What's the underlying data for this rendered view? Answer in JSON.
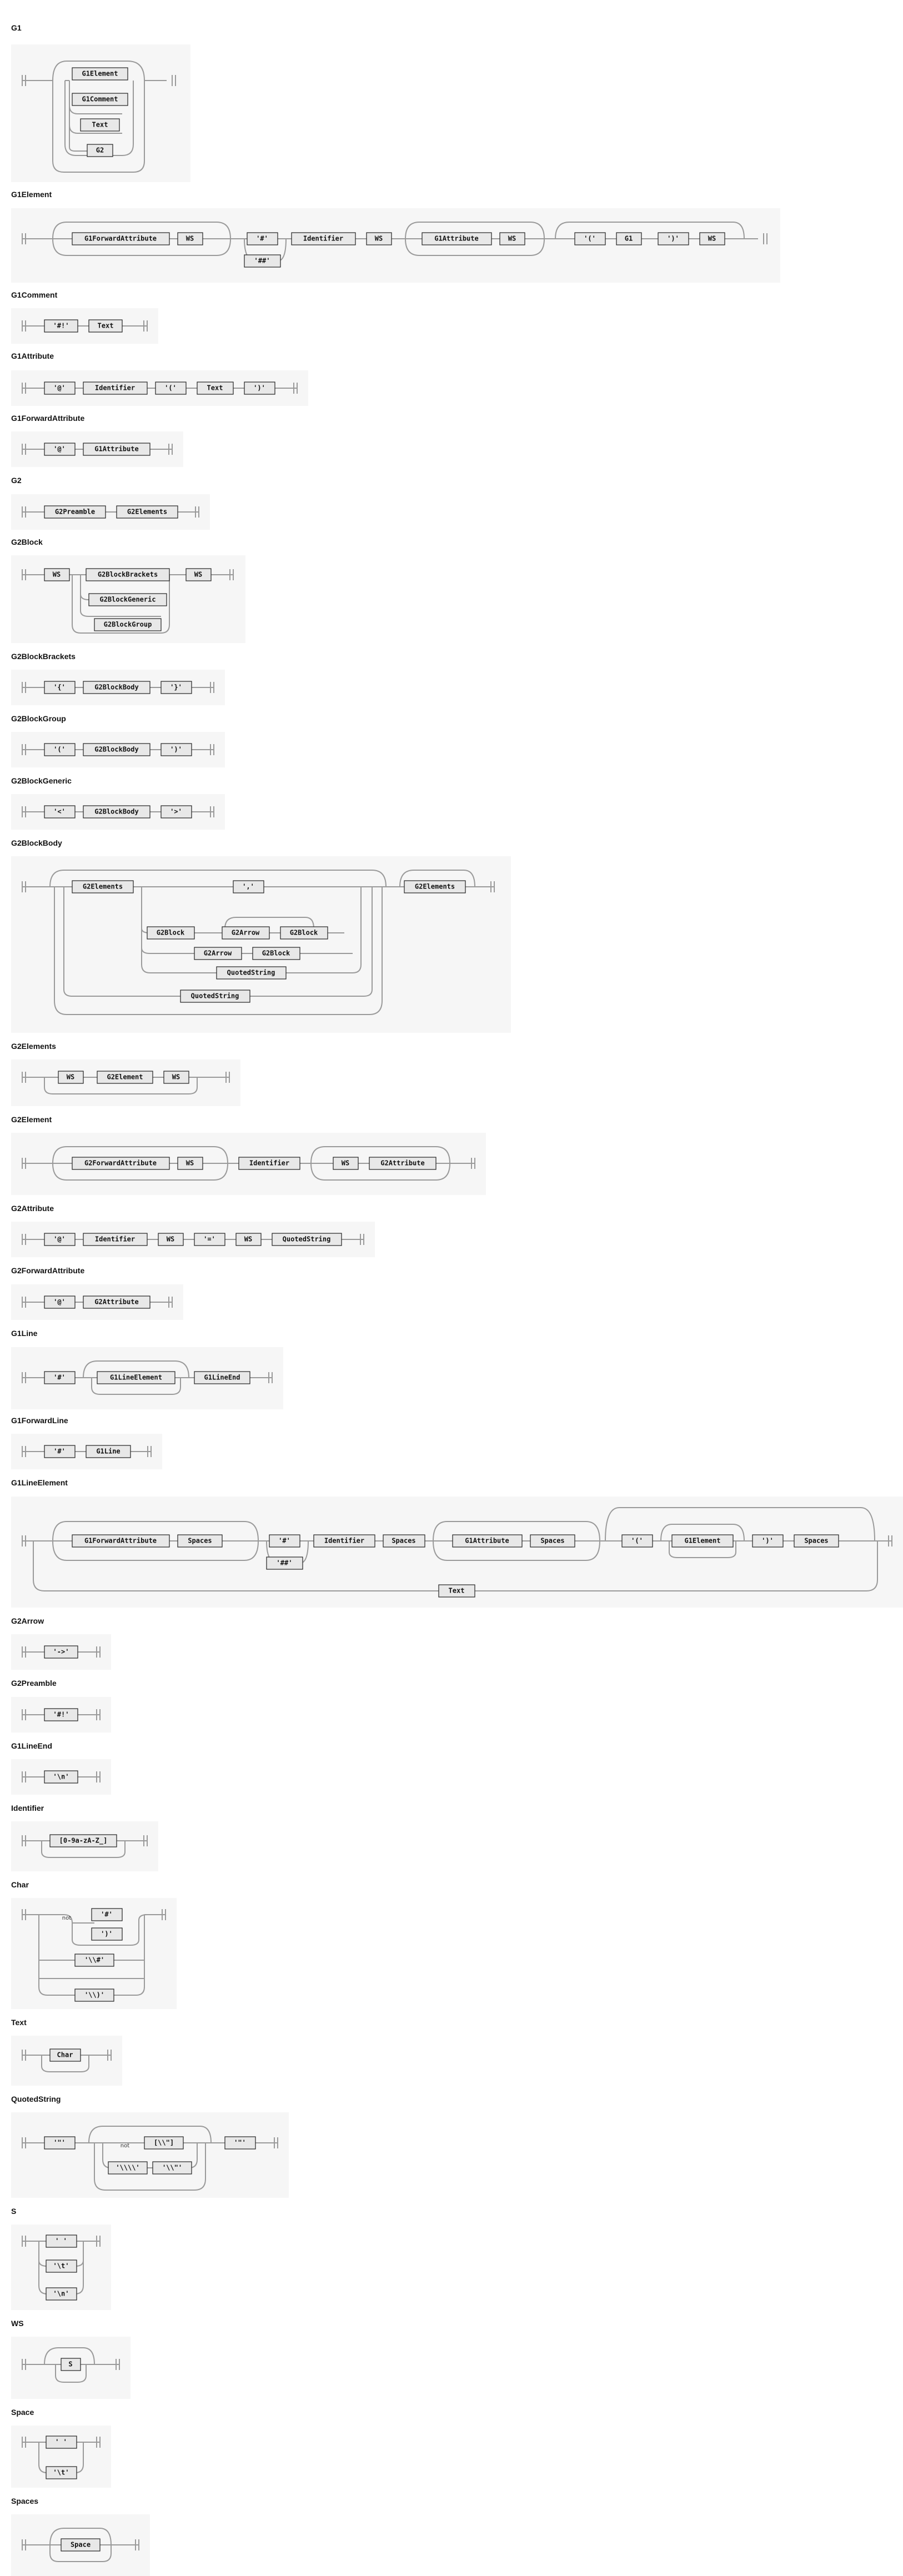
{
  "rules": [
    {
      "name": "G1",
      "tokens": [
        "G1Element",
        "G1Comment",
        "Text",
        "G2"
      ]
    },
    {
      "name": "G1Element",
      "tokens": [
        "G1ForwardAttribute",
        "WS",
        "'#'",
        "'##'",
        "Identifier",
        "WS",
        "G1Attribute",
        "WS",
        "'('",
        "G1",
        "')'",
        "WS"
      ]
    },
    {
      "name": "G1Comment",
      "tokens": [
        "'#!'",
        "Text"
      ]
    },
    {
      "name": "G1Attribute",
      "tokens": [
        "'@'",
        "Identifier",
        "'('",
        "Text",
        "')'"
      ]
    },
    {
      "name": "G1ForwardAttribute",
      "tokens": [
        "'@'",
        "G1Attribute"
      ]
    },
    {
      "name": "G2",
      "tokens": [
        "G2Preamble",
        "G2Elements"
      ]
    },
    {
      "name": "G2Block",
      "tokens": [
        "WS",
        "G2BlockBrackets",
        "G2BlockGeneric",
        "G2BlockGroup",
        "WS"
      ]
    },
    {
      "name": "G2BlockBrackets",
      "tokens": [
        "'{'",
        "G2BlockBody",
        "'}'"
      ]
    },
    {
      "name": "G2BlockGroup",
      "tokens": [
        "'('",
        "G2BlockBody",
        "')'"
      ]
    },
    {
      "name": "G2BlockGeneric",
      "tokens": [
        "'<'",
        "G2BlockBody",
        "'>'"
      ]
    },
    {
      "name": "G2BlockBody",
      "tokens": [
        "G2Elements",
        "','",
        "G2Block",
        "G2Arrow",
        "G2Block",
        "G2Arrow",
        "G2Block",
        "QuotedString",
        "QuotedString",
        "G2Elements"
      ]
    },
    {
      "name": "G2Elements",
      "tokens": [
        "WS",
        "G2Element",
        "WS"
      ]
    },
    {
      "name": "G2Element",
      "tokens": [
        "G2ForwardAttribute",
        "WS",
        "Identifier",
        "WS",
        "G2Attribute"
      ]
    },
    {
      "name": "G2Attribute",
      "tokens": [
        "'@'",
        "Identifier",
        "WS",
        "'='",
        "WS",
        "QuotedString"
      ]
    },
    {
      "name": "G2ForwardAttribute",
      "tokens": [
        "'@'",
        "G2Attribute"
      ]
    },
    {
      "name": "G1Line",
      "tokens": [
        "'#'",
        "G1LineElement",
        "G1LineEnd"
      ]
    },
    {
      "name": "G1ForwardLine",
      "tokens": [
        "'#'",
        "G1Line"
      ]
    },
    {
      "name": "G1LineElement",
      "tokens": [
        "G1ForwardAttribute",
        "Spaces",
        "'#'",
        "'##'",
        "Identifier",
        "Spaces",
        "G1Attribute",
        "Spaces",
        "'('",
        "G1Element",
        "')'",
        "Spaces",
        "Text"
      ]
    },
    {
      "name": "G2Arrow",
      "tokens": [
        "'->'"
      ]
    },
    {
      "name": "G2Preamble",
      "tokens": [
        "'#!'"
      ]
    },
    {
      "name": "G1LineEnd",
      "tokens": [
        "'\\n'"
      ]
    },
    {
      "name": "Identifier",
      "tokens": [
        "[0-9a-zA-Z_]"
      ]
    },
    {
      "name": "Char",
      "tokens": [
        "'#'",
        "')'",
        "'\\\\#'",
        "'\\\\)'"
      ],
      "notes": [
        "not"
      ]
    },
    {
      "name": "Text",
      "tokens": [
        "Char"
      ]
    },
    {
      "name": "QuotedString",
      "tokens": [
        "'\"'",
        "[\\\\\"]",
        "'\\\\\\\\'",
        "'\\\\\"'",
        "'\"'"
      ],
      "notes": [
        "not"
      ]
    },
    {
      "name": "S",
      "tokens": [
        "' '",
        "'\\t'",
        "'\\n'"
      ]
    },
    {
      "name": "WS",
      "tokens": [
        "S"
      ]
    },
    {
      "name": "Space",
      "tokens": [
        "' '",
        "'\\t'"
      ]
    },
    {
      "name": "Spaces",
      "tokens": [
        "Space"
      ]
    }
  ]
}
